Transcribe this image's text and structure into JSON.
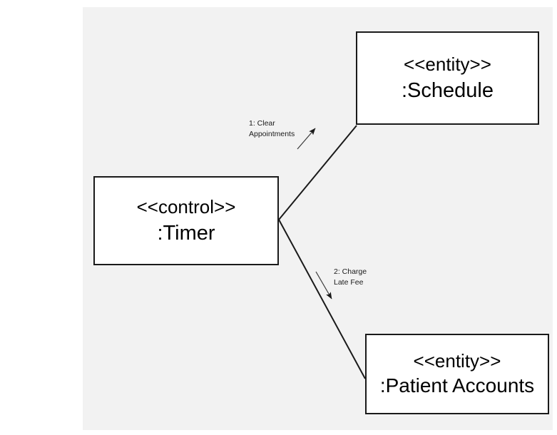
{
  "canvas": {
    "background_color": "#f2f2f2",
    "page_background_color": "#ffffff"
  },
  "diagram": {
    "type": "uml-communication-diagram",
    "line_color": "#1a1a1a",
    "box_fill_color": "#ffffff",
    "nodes": [
      {
        "id": "timer",
        "stereotype": "<<control>>",
        "name": ":Timer"
      },
      {
        "id": "schedule",
        "stereotype": "<<entity>>",
        "name": ":Schedule"
      },
      {
        "id": "patient-accounts",
        "stereotype": "<<entity>>",
        "name": ":Patient Accounts"
      }
    ],
    "messages": [
      {
        "sequence": "1",
        "label": "1: Clear\nAppointments",
        "from": "timer",
        "to": "schedule",
        "direction": "up-right"
      },
      {
        "sequence": "2",
        "label": "2: Charge\nLate Fee",
        "from": "timer",
        "to": "patient-accounts",
        "direction": "down-right"
      }
    ]
  }
}
